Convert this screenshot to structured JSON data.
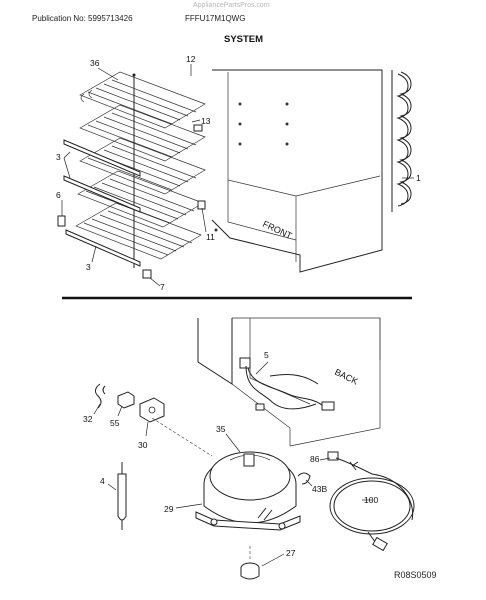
{
  "header": {
    "publication": "Publication No: 5995713426",
    "model": "FFFU17M1QWG",
    "watermark": "AppliancePartsPros.com"
  },
  "title": "SYSTEM",
  "footer_code": "R08S0509",
  "callouts": {
    "c36": "36",
    "c12": "12",
    "c13": "13",
    "c3a": "3",
    "c6": "6",
    "c11": "11",
    "c3b": "3",
    "c7": "7",
    "c1": "1",
    "c5": "5",
    "c32": "32",
    "c55": "55",
    "c30": "30",
    "c35": "35",
    "c4": "4",
    "c29": "29",
    "c27": "27",
    "c86": "86",
    "c43b": "43B",
    "c100": "100"
  },
  "labels": {
    "front": "FRONT",
    "back": "BACK"
  }
}
